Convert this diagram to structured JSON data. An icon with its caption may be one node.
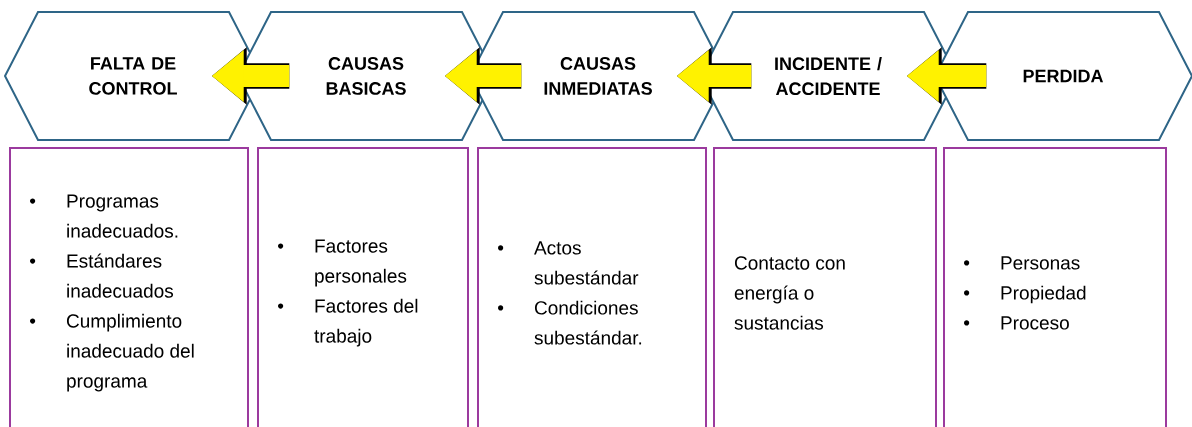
{
  "diagram": {
    "nodes": [
      {
        "text": [
          "FALTA DE CONTROL"
        ]
      },
      {
        "text": [
          "CAUSAS BASICAS"
        ]
      },
      {
        "text": [
          "CAUSAS INMEDIATAS"
        ]
      },
      {
        "text": [
          "INCIDENTE / ACCIDENTE"
        ]
      },
      {
        "text": [
          "PERDIDA"
        ]
      },
      {
        "text": [
          "Programas inadecuados.",
          "Estándares inadecuados",
          "Cumplimiento inadecuado del programa"
        ]
      },
      {
        "text": [
          "Factores personales",
          "Factores del trabajo"
        ]
      },
      {
        "text": [
          "Actos subestándar",
          "Condiciones subestándar."
        ]
      },
      {
        "text": [
          "Contacto con energía o sustancias"
        ]
      },
      {
        "text": [
          "Personas",
          "Propiedad",
          "Proceso"
        ]
      }
    ],
    "edges": [
      {
        "from": 4,
        "to": 3,
        "arrow": "to"
      },
      {
        "from": 3,
        "to": 2,
        "arrow": "to"
      },
      {
        "from": 2,
        "to": 1,
        "arrow": "to"
      },
      {
        "from": 1,
        "to": 0,
        "arrow": "to"
      }
    ]
  }
}
